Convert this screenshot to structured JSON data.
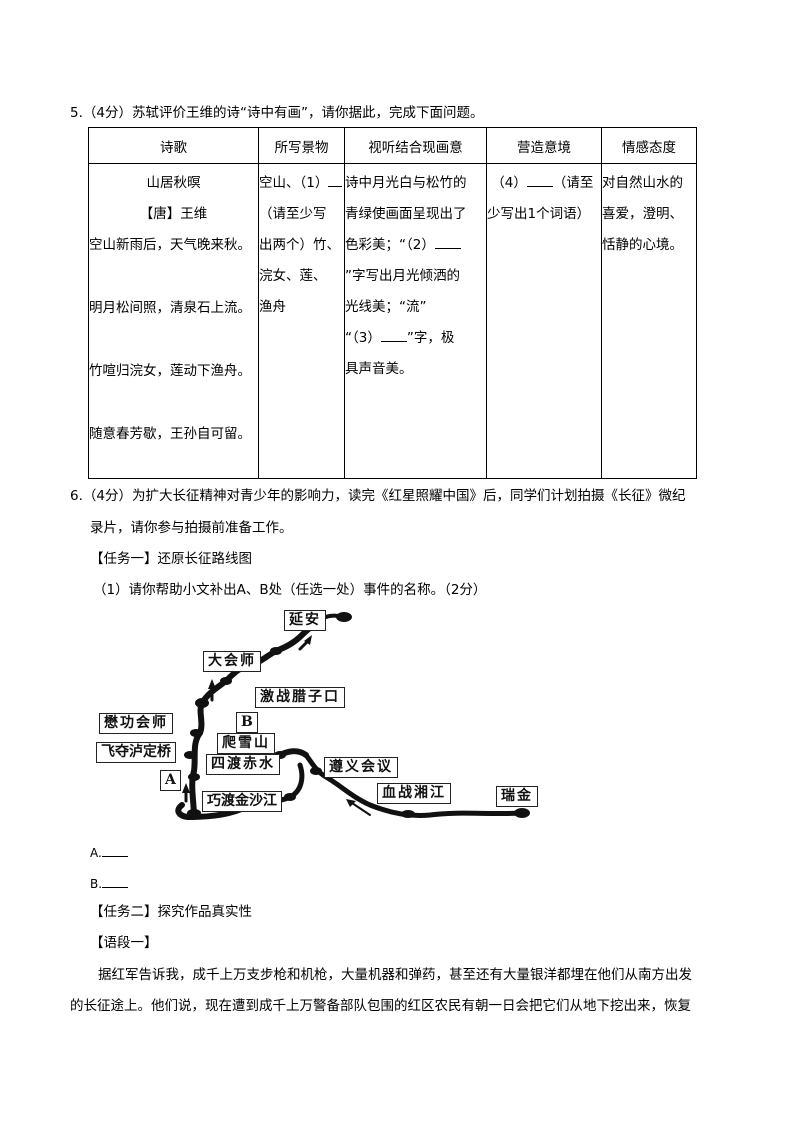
{
  "q5": {
    "stem": "5.（4分）苏轼评价王维的诗“诗中有画”，请你据此，完成下面问题。",
    "table": {
      "headers": [
        "诗歌",
        "所写景物",
        "视听结合现画意",
        "营造意境",
        "情感态度"
      ],
      "poem": {
        "title": "山居秋暝",
        "author": "【唐】王维",
        "lines": [
          "空山新雨后，天气晚来秋。",
          "明月松间照，清泉石上流。",
          "竹喧归浣女，莲动下渔舟。",
          "随意春芳歇，王孙自可留。"
        ]
      },
      "scenery": [
        "空山、（1）",
        "（请至少写",
        "出两个）竹、",
        "浣女、莲、",
        "渔舟"
      ],
      "audiovisual": [
        "诗中月光白与松竹的",
        "青绿使画面呈现出了",
        "色彩美；“（2）",
        "”字写出月光倾洒的",
        "光线美；“流”",
        "“（3）",
        "”字，极",
        "具声音美。"
      ],
      "mood": [
        "（4）",
        "（请至",
        "少写出1个词语）"
      ],
      "emotion": [
        "对自然山水的",
        "喜爱，澄明、",
        "恬静的心境。"
      ]
    }
  },
  "q6": {
    "stem_line1": "6.（4分）为扩大长征精神对青少年的影响力，读完《红星照耀中国》后，同学们计划拍摄《长征》微纪",
    "stem_line2": "录片，请你参与拍摄前准备工作。",
    "task1_title": "【任务一】还原长征路线图",
    "task1_q": "（1）请你帮助小文补出A、B处（任选一处）事件的名称。（2分）",
    "map_labels": {
      "yanan": "延安",
      "dahuishi": "大会师",
      "lazikou": "激战腊子口",
      "maogong": "懋功会师",
      "b": "B",
      "paxueshan": "爬雪山",
      "luding": "飞夺泸定桥",
      "sidu": "四渡赤水",
      "zunyi": "遵义会议",
      "a": "A",
      "xiangjiang": "血战湘江",
      "jinshajiang": "巧渡金沙江",
      "ruijin": "瑞金"
    },
    "answer_a": "A.",
    "answer_b": "B.",
    "task2_title": "【任务二】探究作品真实性",
    "passage_title": "【语段一】",
    "passage_line1": "据红军告诉我，成千上万支步枪和机枪，大量机器和弹药，甚至还有大量银洋都埋在他们从南方出发",
    "passage_line2": "的长征途上。他们说，现在遭到成千上万警备部队包围的红区农民有朝一日会把它们从地下挖出来，恢复"
  }
}
